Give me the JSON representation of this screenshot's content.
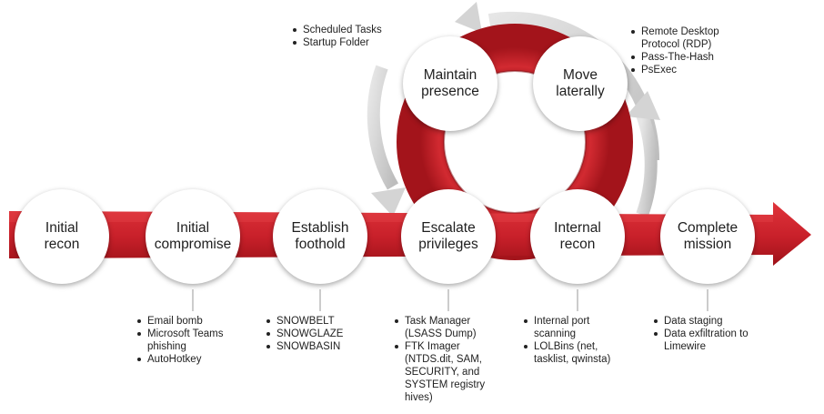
{
  "diagram": {
    "nodes": [
      {
        "id": "initial-recon",
        "label": "Initial\nrecon"
      },
      {
        "id": "initial-compromise",
        "label": "Initial\ncompromise"
      },
      {
        "id": "establish-foothold",
        "label": "Establish\nfoothold"
      },
      {
        "id": "escalate-privileges",
        "label": "Escalate\nprivileges"
      },
      {
        "id": "internal-recon",
        "label": "Internal\nrecon"
      },
      {
        "id": "complete-mission",
        "label": "Complete\nmission"
      },
      {
        "id": "maintain-presence",
        "label": "Maintain\npresence"
      },
      {
        "id": "move-laterally",
        "label": "Move\nlaterally"
      }
    ],
    "notes": {
      "initial_compromise": [
        "Email bomb",
        "Microsoft Teams\nphishing",
        "AutoHotkey"
      ],
      "establish_foothold": [
        "SNOWBELT",
        "SNOWGLAZE",
        "SNOWBASIN"
      ],
      "escalate_privileges": [
        "Task Manager\n(LSASS Dump)",
        "FTK Imager\n(NTDS.dit, SAM,\nSECURITY, and\nSYSTEM registry\nhives)"
      ],
      "internal_recon": [
        "Internal port\nscanning",
        "LOLBins (net,\ntasklist, qwinsta)"
      ],
      "complete_mission": [
        "Data staging",
        "Data exfiltration to\nLimewire"
      ],
      "maintain_presence": [
        "Scheduled Tasks",
        "Startup Folder"
      ],
      "move_laterally": [
        "Remote Desktop\nProtocol (RDP)",
        "Pass-The-Hash",
        "PsExec"
      ]
    },
    "colors": {
      "arrow_red": "#c8202a",
      "arrow_dark": "#9e1219",
      "ring_red": "#c41e26",
      "cycle_arrow_gray": "#cfcfcf",
      "connector_gray": "#9a9a9a"
    }
  }
}
